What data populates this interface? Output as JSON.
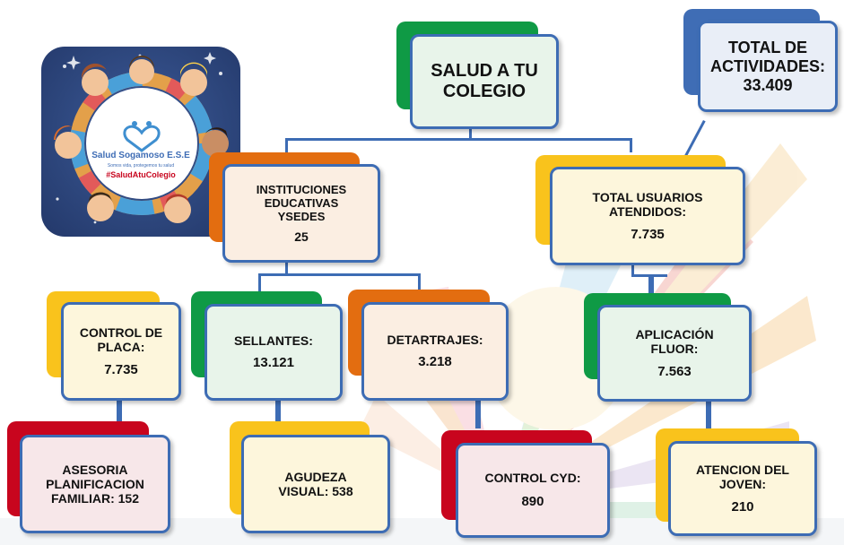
{
  "colors": {
    "green": "#0f9a45",
    "orange": "#e36d10",
    "yellow": "#f9c31c",
    "red": "#c8051e",
    "blue": "#3f6db5",
    "border": "#3d6cb4"
  },
  "logo": {
    "brand": "Salud Sogamoso E.S.E",
    "tagline": "Somos vida, protegemos tu salud",
    "hashtag": "#SaludAtuColegio"
  },
  "nodes": {
    "root": {
      "label": "SALUD A TU\nCOLEGIO",
      "accent": "green"
    },
    "total_actividades": {
      "label": "TOTAL DE\nACTIVIDADES:\n33.409",
      "accent": "blue"
    },
    "instituciones": {
      "label": "INSTITUCIONES\nEDUCATIVAS\nYSEDES",
      "value": "25",
      "accent": "orange"
    },
    "usuarios": {
      "label": "TOTAL USUARIOS\nATENDIDOS:",
      "value": "7.735",
      "accent": "yellow"
    },
    "control_placa": {
      "label": "CONTROL DE\nPLACA:",
      "value": "7.735",
      "accent": "yellow"
    },
    "sellantes": {
      "label": "SELLANTES:",
      "value": "13.121",
      "accent": "green"
    },
    "detartrajes": {
      "label": "DETARTRAJES:",
      "value": "3.218",
      "accent": "orange"
    },
    "fluor": {
      "label": "APLICACIÓN\nFLUOR:",
      "value": "7.563",
      "accent": "green"
    },
    "asesoria": {
      "label": "ASESORIA\nPLANIFICACION\nFAMILIAR: 152",
      "accent": "red"
    },
    "agudeza": {
      "label": "AGUDEZA\nVISUAL:  538",
      "accent": "yellow"
    },
    "control_cyd": {
      "label": "CONTROL CYD:",
      "value": "890",
      "accent": "red"
    },
    "joven": {
      "label": "ATENCION DEL\nJOVEN:",
      "value": "210",
      "accent": "yellow"
    }
  }
}
